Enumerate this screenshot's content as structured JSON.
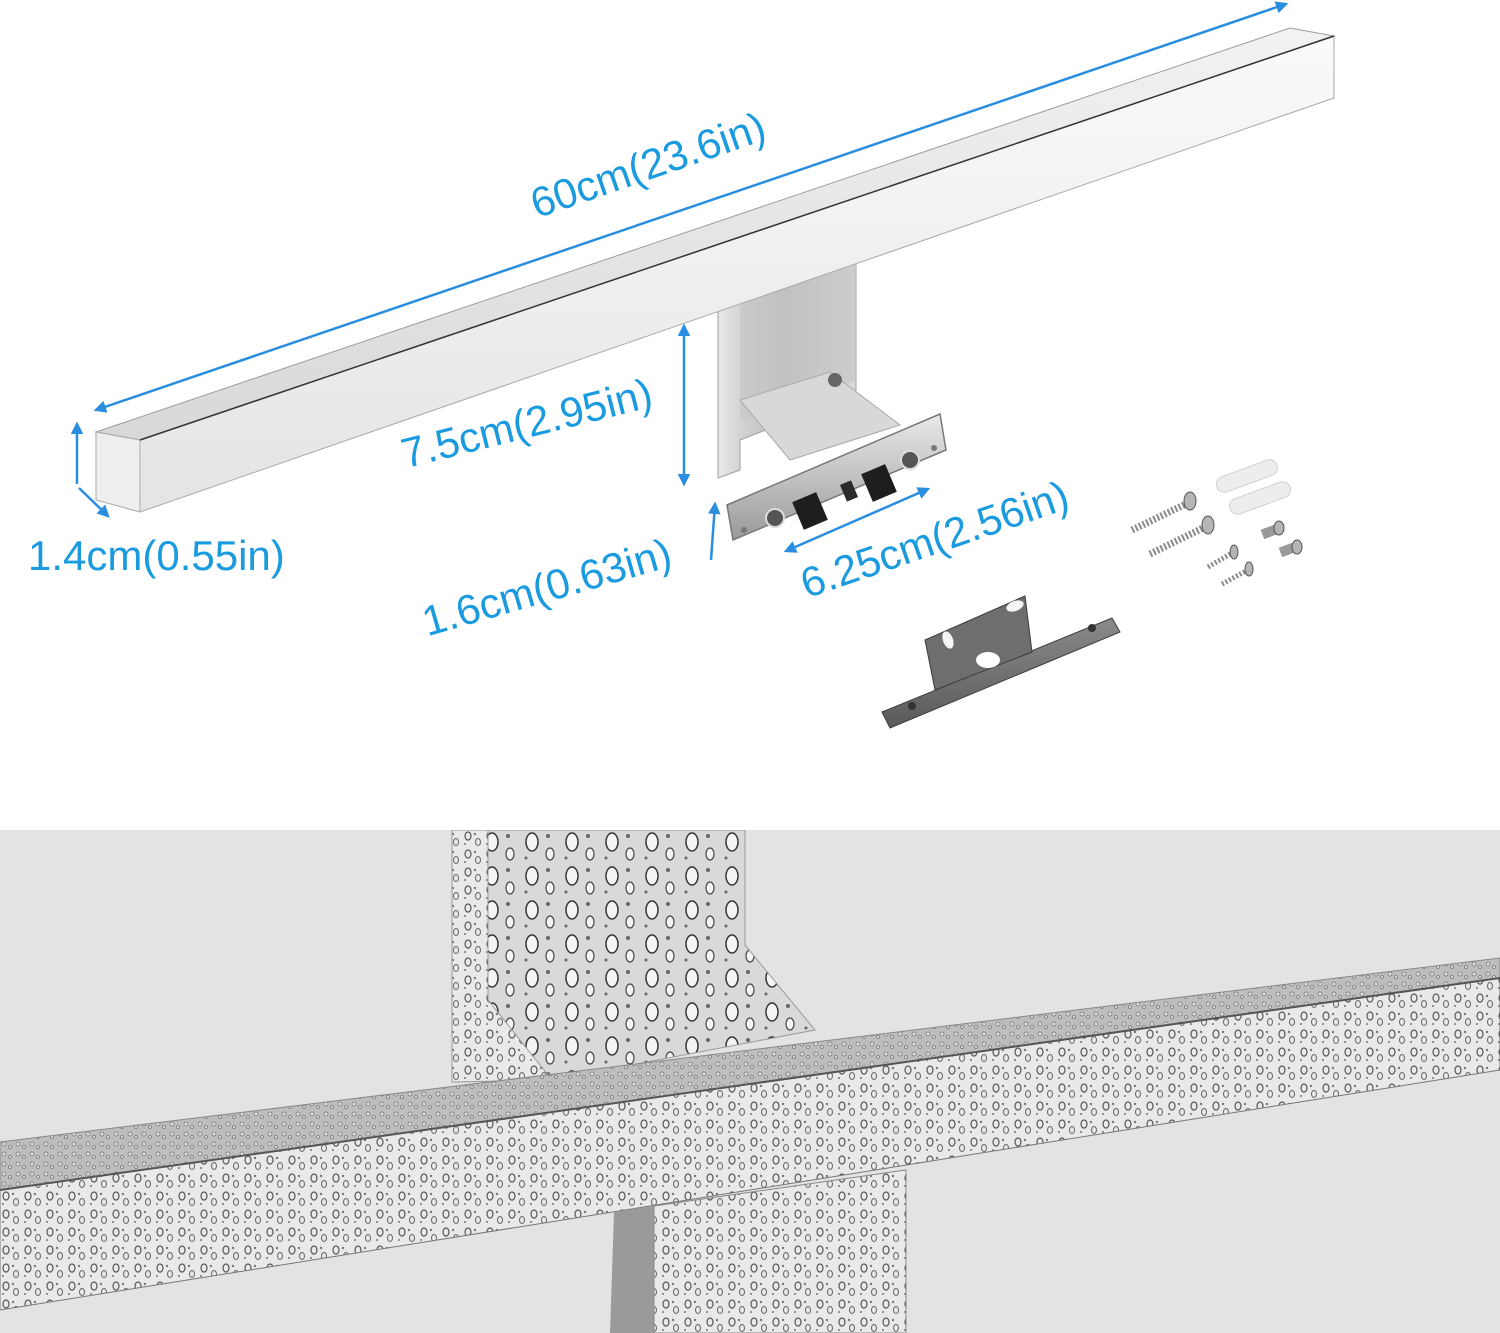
{
  "diagram": {
    "type": "product-dimension-diagram",
    "product": "LED mirror light bar with mounting bracket",
    "accent_color": "#1a9be0",
    "background_top": "#ffffff",
    "background_bottom": "#e3e3e3"
  },
  "dimensions": {
    "length": {
      "label": "60cm(23.6in)",
      "rotation_deg": -19
    },
    "height": {
      "label": "7.5cm(2.95in)",
      "rotation_deg": -14
    },
    "width": {
      "label": "1.4cm(0.55in)",
      "rotation_deg": 0
    },
    "bracket_thickness": {
      "label": "1.6cm(0.63in)",
      "rotation_deg": -16
    },
    "bracket_width": {
      "label": "6.25cm(2.56in)",
      "rotation_deg": -19
    }
  },
  "parts": {
    "light_bar": "light-bar",
    "support_arm": "support-arm",
    "mounting_plate": "mounting-plate",
    "wall_bracket": "wall-bracket",
    "hardware": [
      "long-screw",
      "long-screw",
      "short-screw",
      "short-screw",
      "machine-screw",
      "machine-screw",
      "wall-anchor",
      "wall-anchor"
    ]
  },
  "closeup": {
    "description": "Waterproof stainless surface with water droplets"
  }
}
